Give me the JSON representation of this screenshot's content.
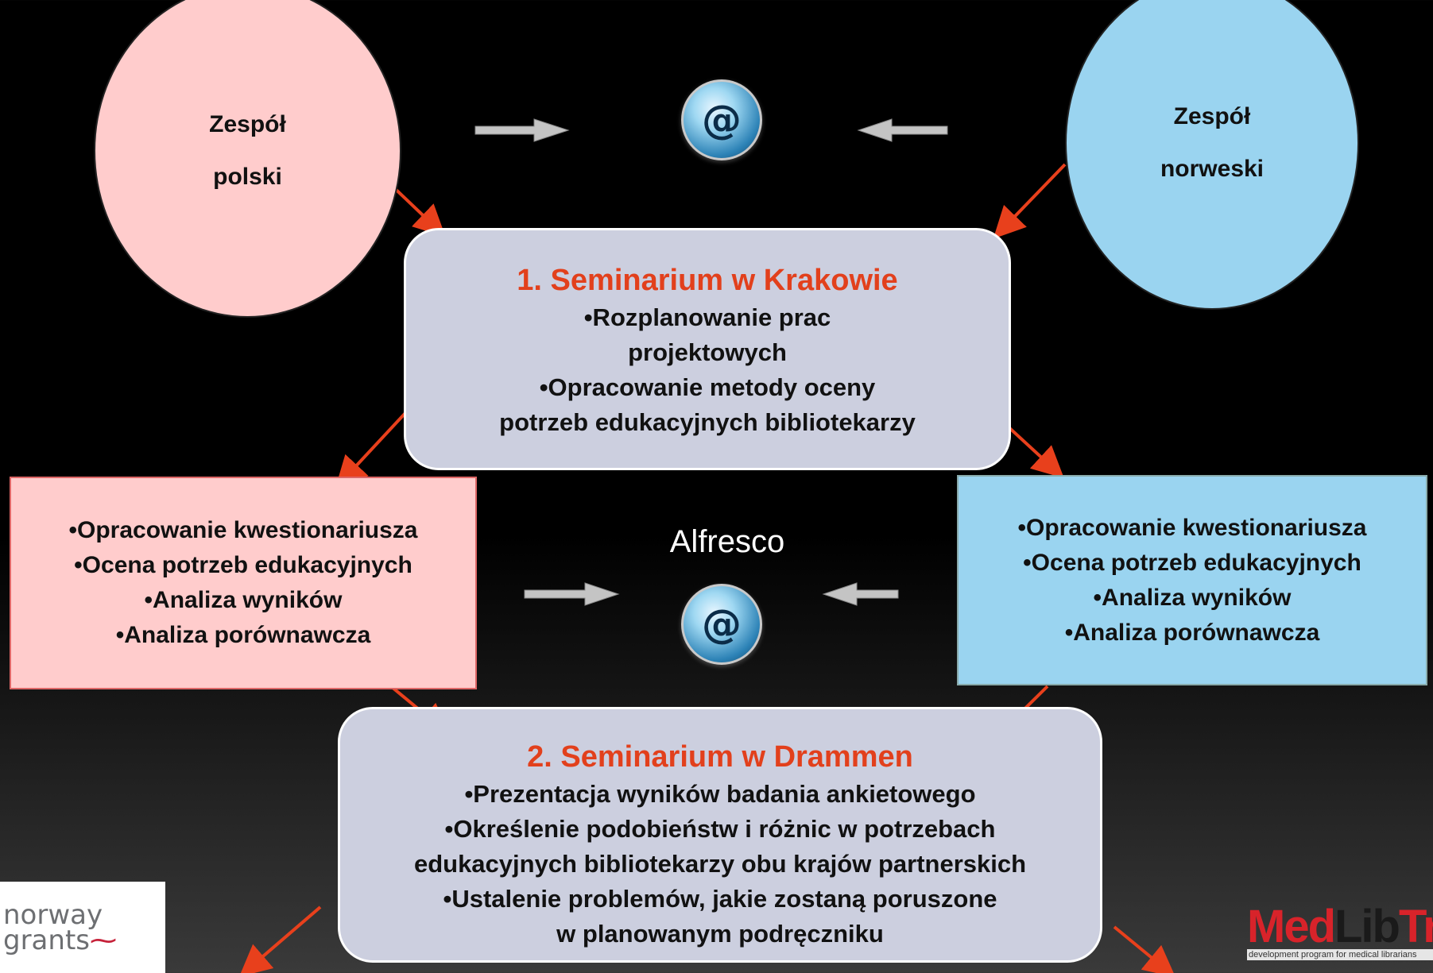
{
  "team_polish": {
    "line1": "Zespół",
    "line2": "polski"
  },
  "team_norwegian": {
    "line1": "Zespół",
    "line2": "norweski"
  },
  "email_icon_glyph": "@",
  "seminar1": {
    "title": "1. Seminarium w Krakowie",
    "lines": [
      "•Rozplanowanie prac",
      "projektowych",
      "•Opracowanie metody oceny",
      "potrzeb edukacyjnych bibliotekarzy"
    ]
  },
  "tasks_polish": {
    "lines": [
      "•Opracowanie kwestionariusza",
      "•Ocena potrzeb edukacyjnych",
      "•Analiza wyników",
      "•Analiza porównawcza"
    ]
  },
  "tasks_norwegian": {
    "lines": [
      "•Opracowanie kwestionariusza",
      "•Ocena potrzeb edukacyjnych",
      "•Analiza wyników",
      "•Analiza porównawcza"
    ]
  },
  "alfresco_label": "Alfresco",
  "seminar2": {
    "title": "2. Seminarium w Drammen",
    "lines": [
      "•Prezentacja wyników badania ankietowego",
      "•Określenie podobieństw i różnic w potrzebach",
      "edukacyjnych bibliotekarzy obu krajów partnerskich",
      "•Ustalenie problemów, jakie zostaną poruszone",
      "w planowanym podręczniku"
    ]
  },
  "logo_norway_grants": {
    "line1": "norway",
    "line2": "grants"
  },
  "logo_medlibtrain": {
    "part1": "Med",
    "part2": "Lib",
    "part3": "Train",
    "tagline": "development program for medical librarians"
  },
  "colors": {
    "background": "#000000",
    "polish": "#ffcccc",
    "norwegian": "#9ad4f0",
    "seminar_box": "#cccfdf",
    "seminar_title": "#e2401c",
    "red_arrow": "#e8401c",
    "grey_arrow": "#b9b9b9"
  }
}
